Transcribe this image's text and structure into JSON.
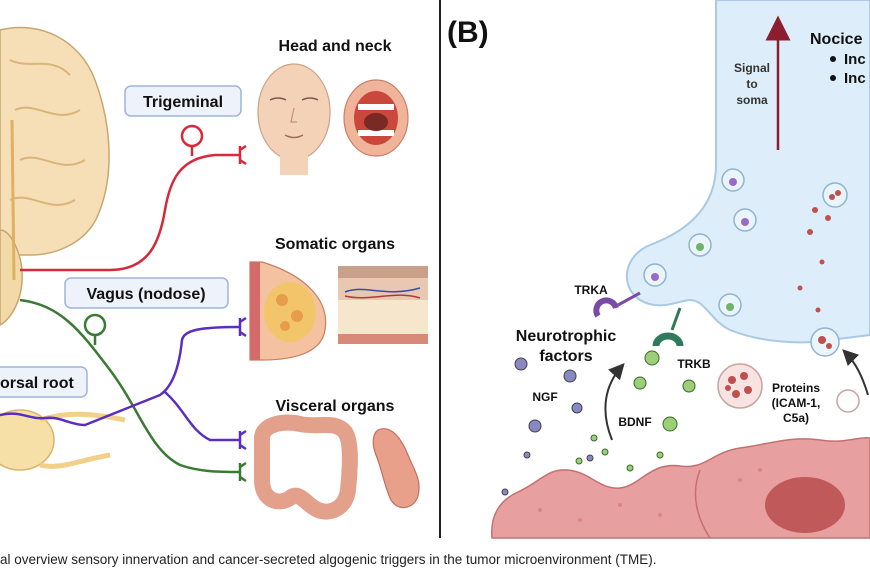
{
  "panel_a": {
    "nerves": {
      "trigeminal": "Trigeminal",
      "vagus": "Vagus (nodose)",
      "dorsal_root": "orsal root"
    },
    "targets": {
      "head_neck": "Head and neck",
      "somatic": "Somatic organs",
      "visceral": "Visceral organs"
    },
    "colors": {
      "trigeminal": "#d42a3a",
      "vagus": "#3a7a32",
      "dorsal_root": "#5a2fc0",
      "brain": "#f6dfb6",
      "label_border": "#9fb3d9"
    }
  },
  "panel_b": {
    "panel_label": "(B)",
    "signal": [
      "Signal",
      "to",
      "soma"
    ],
    "nociceptor_title": "Nocice",
    "bullets": [
      "Inc",
      "Inc"
    ],
    "receptors": {
      "trka": "TRKA",
      "trkb": "TRKB"
    },
    "neurotrophic": [
      "Neurotrophic",
      "factors"
    ],
    "factors": {
      "ngf": "NGF",
      "bdnf": "BDNF"
    },
    "proteins": [
      "Proteins",
      "(ICAM-1,",
      "C5a)"
    ],
    "colors": {
      "neuron_fill": "#ddeefa",
      "neuron_border": "#a9c9e6",
      "ngf": "#8888c4",
      "bdnf": "#9ccf78",
      "tumor": "#e89f9f",
      "trka": "#7a4ba5",
      "trkb": "#2f7a5a"
    }
  },
  "caption": "al overview sensory innervation and cancer-secreted algogenic triggers in the tumor microenvironment (TME)."
}
